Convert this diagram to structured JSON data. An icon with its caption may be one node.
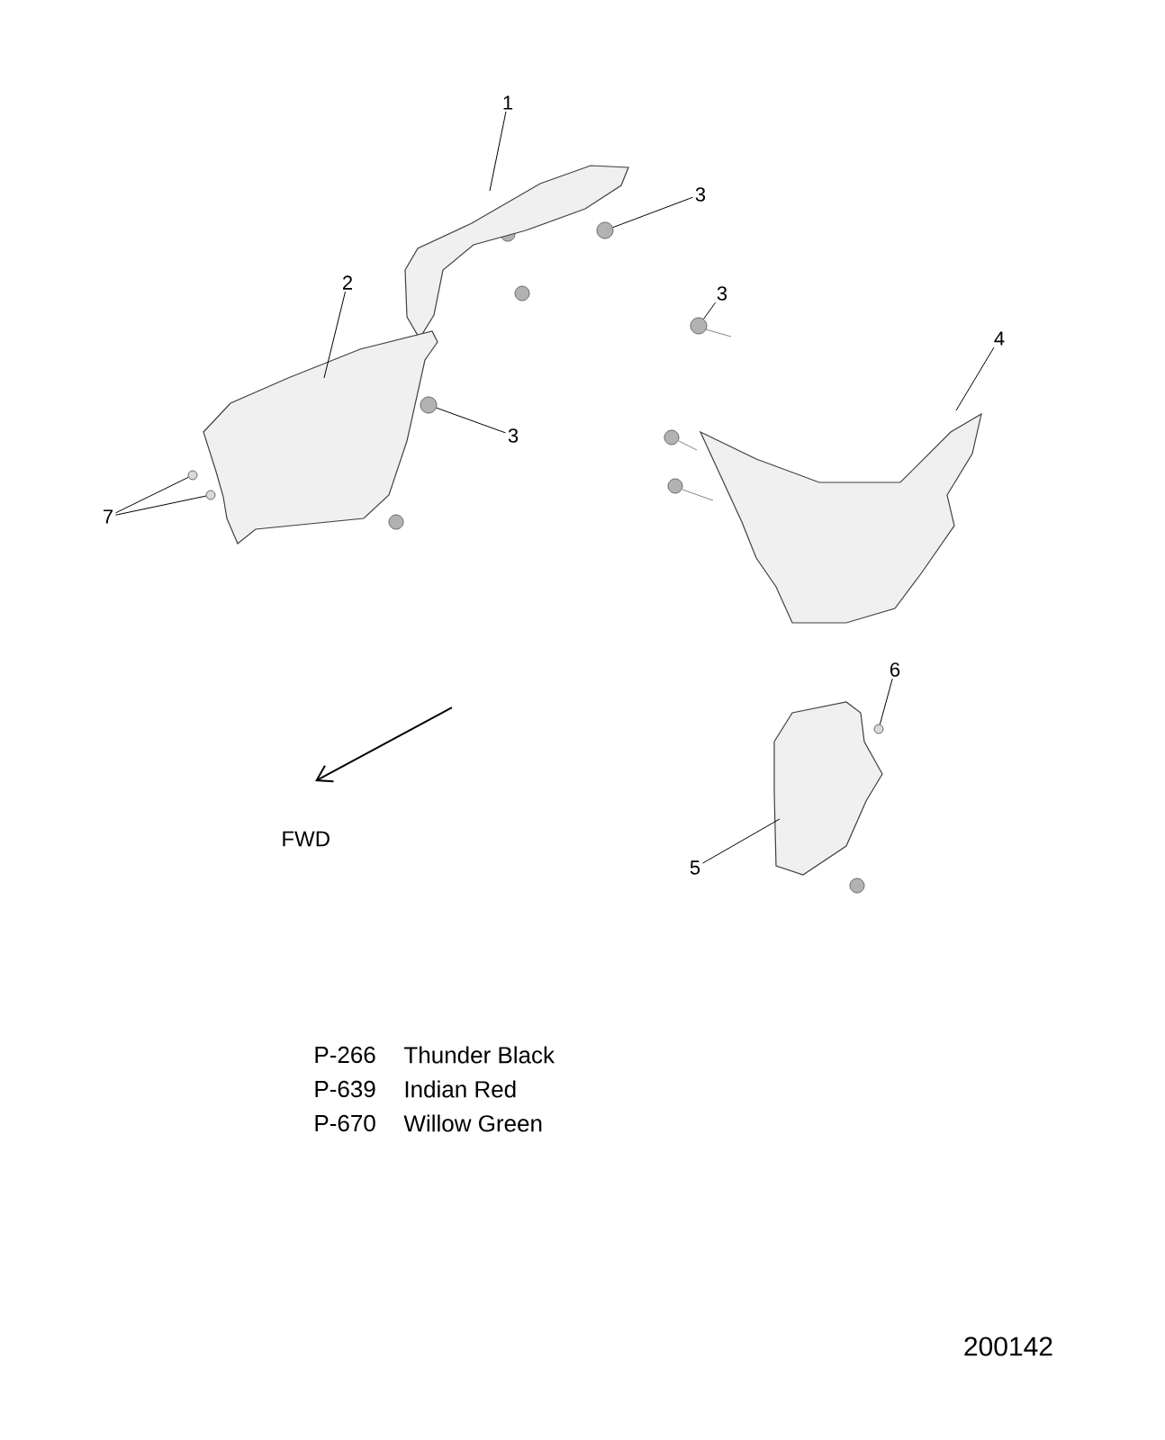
{
  "diagram": {
    "nodes": [
      {
        "text": [
          "1"
        ]
      },
      {
        "text": [],
        "shape": "picture"
      },
      {
        "text": [
          "3"
        ]
      },
      {
        "text": [],
        "shape": "circle"
      },
      {
        "text": [
          "2"
        ]
      },
      {
        "text": [],
        "shape": "picture"
      },
      {
        "text": [
          "3"
        ]
      },
      {
        "text": [],
        "shape": "circle"
      },
      {
        "text": [
          "7"
        ]
      },
      {
        "text": [],
        "shape": "circle"
      },
      {
        "text": [],
        "shape": "circle"
      },
      {
        "text": [
          "3"
        ]
      },
      {
        "text": [],
        "shape": "circle"
      },
      {
        "text": [
          "4"
        ]
      },
      {
        "text": [],
        "shape": "picture"
      },
      {
        "text": [
          "6"
        ]
      },
      {
        "text": [],
        "shape": "circle"
      },
      {
        "text": [
          "5"
        ]
      },
      {
        "text": [],
        "shape": "picture"
      }
    ],
    "edges": [
      {
        "from": 0,
        "to": 1,
        "arrow": "none"
      },
      {
        "from": 2,
        "to": 3,
        "arrow": "none"
      },
      {
        "from": 4,
        "to": 5,
        "arrow": "none"
      },
      {
        "from": 6,
        "to": 7,
        "arrow": "none"
      },
      {
        "from": 8,
        "to": 9,
        "arrow": "none"
      },
      {
        "from": 8,
        "to": 10,
        "arrow": "none"
      },
      {
        "from": 11,
        "to": 12,
        "arrow": "none"
      },
      {
        "from": 13,
        "to": 14,
        "arrow": "none"
      },
      {
        "from": 15,
        "to": 16,
        "arrow": "none"
      },
      {
        "from": 17,
        "to": 18,
        "arrow": "none"
      }
    ],
    "labels": [
      "FWD",
      "P-266",
      "Thunder Black",
      "P-639",
      "Indian Red",
      "P-670",
      "Willow Green",
      "200142"
    ]
  }
}
